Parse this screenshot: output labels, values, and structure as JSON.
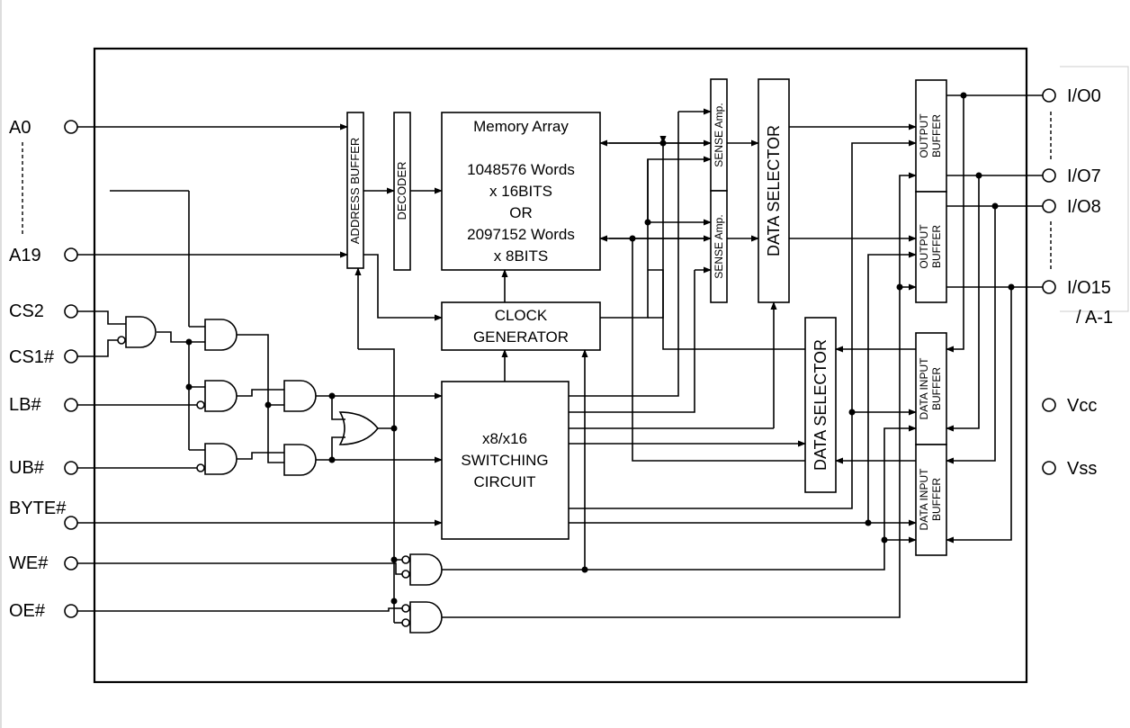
{
  "pins_left": {
    "a0": "A0",
    "a19": "A19",
    "cs2": "CS2",
    "cs1": "CS1#",
    "lb": "LB#",
    "ub": "UB#",
    "byte": "BYTE#",
    "we": "WE#",
    "oe": "OE#"
  },
  "pins_right": {
    "io0": "I/O0",
    "io7": "I/O7",
    "io8": "I/O8",
    "io15": "I/O15",
    "a_minus1": "/ A-1",
    "vcc": "Vcc",
    "vss": "Vss"
  },
  "blocks": {
    "address_buffer": "ADDRESS BUFFER",
    "decoder": "DECODER",
    "memory_array": {
      "title": "Memory Array",
      "line1": "1048576  Words",
      "line2": "x 16BITS",
      "line3": "OR",
      "line4": "2097152 Words",
      "line5": "x 8BITS"
    },
    "sense_amp": "SENSE Amp.",
    "data_selector": "DATA SELECTOR",
    "clock_generator": {
      "line1": "CLOCK",
      "line2": "GENERATOR"
    },
    "switching_circuit": {
      "line1": "x8/x16",
      "line2": "SWITCHING",
      "line3": "CIRCUIT"
    },
    "output_buffer": {
      "line1": "OUTPUT",
      "line2": "BUFFER"
    },
    "data_input_buffer": {
      "line1": "DATA INPUT",
      "line2": "BUFFER"
    }
  }
}
